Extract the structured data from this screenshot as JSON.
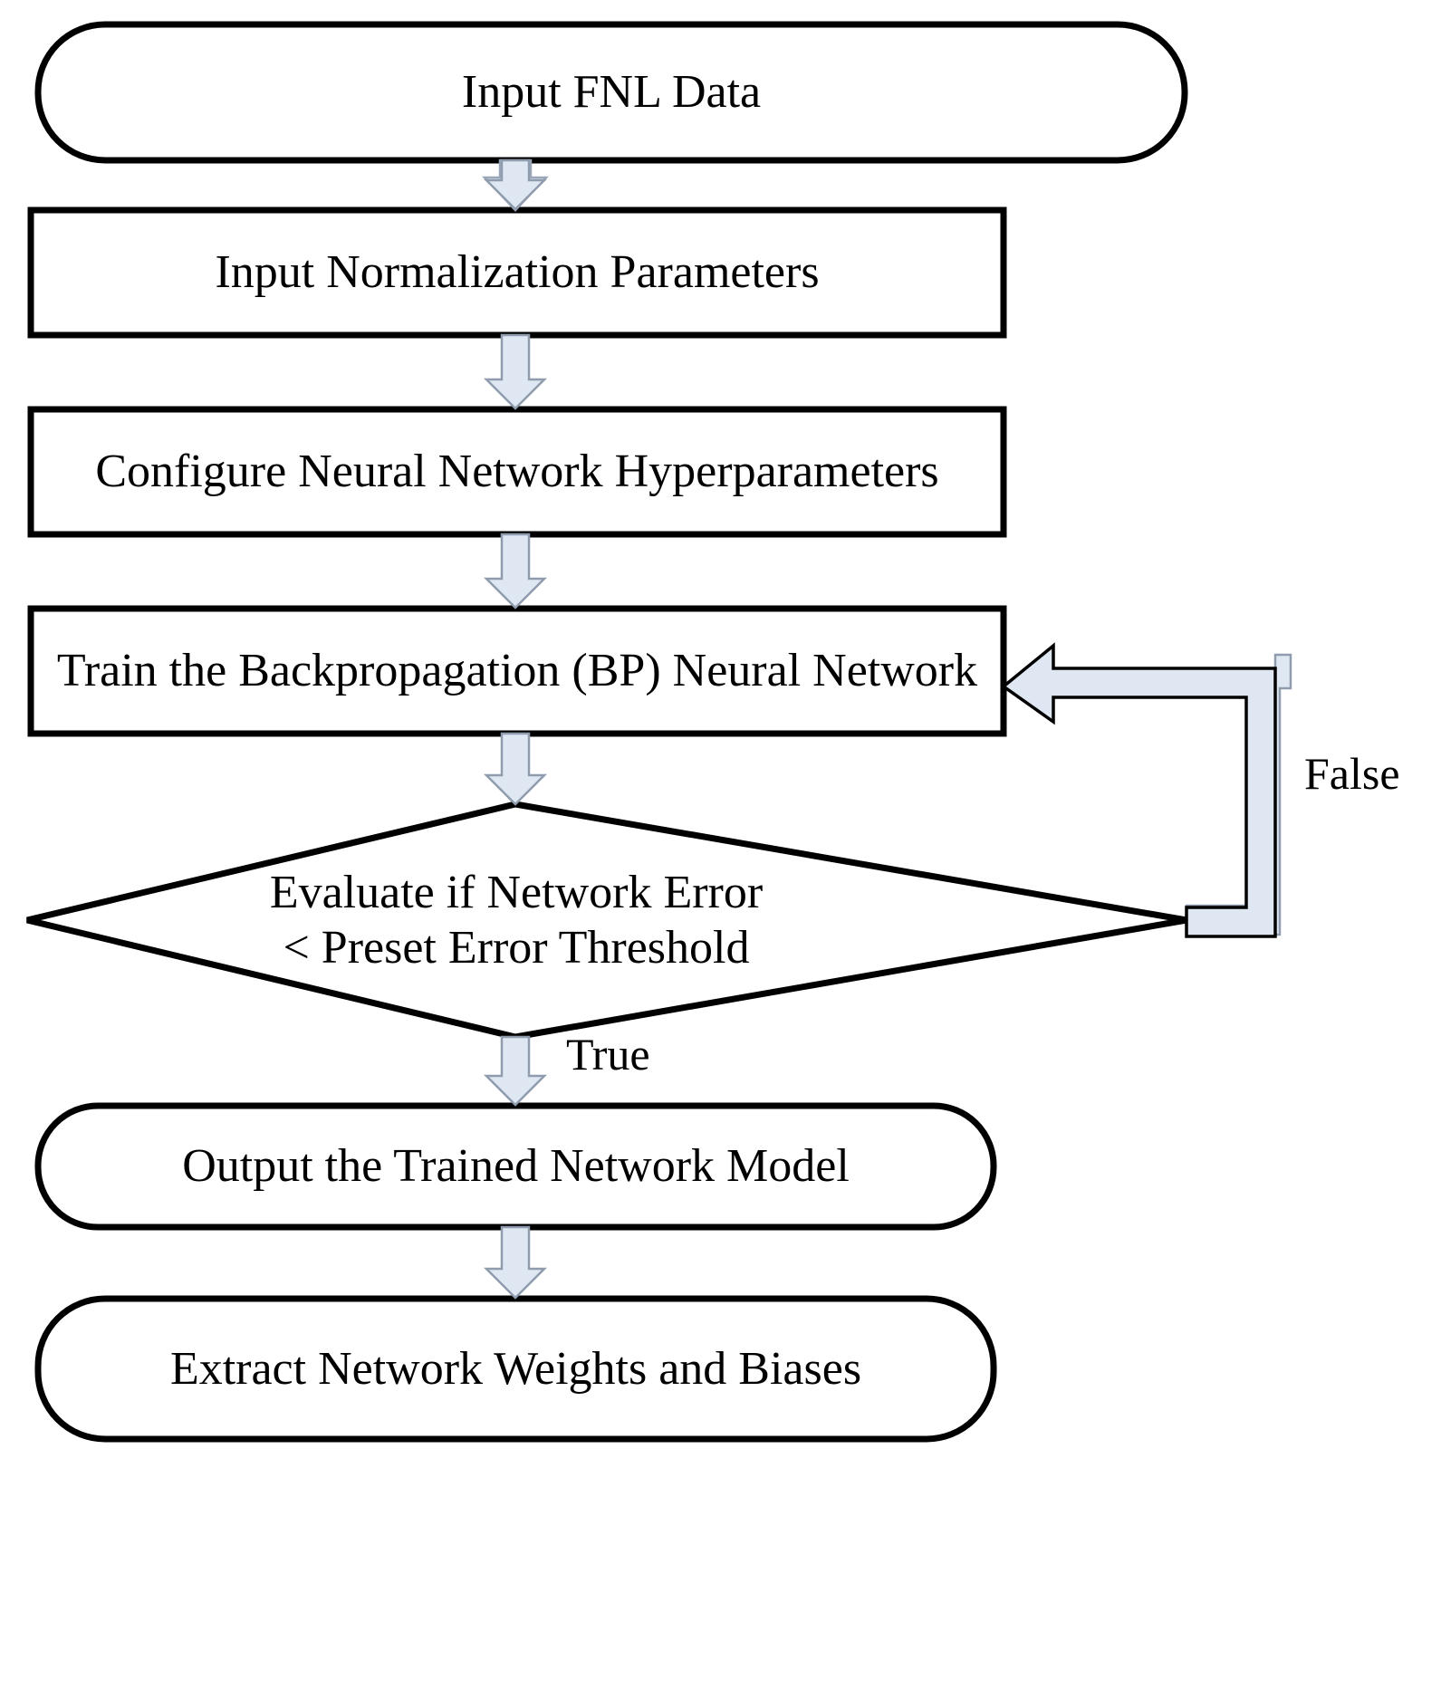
{
  "diagram": {
    "type": "flowchart",
    "title": "BP Neural Network Training Flowchart",
    "colors": {
      "shape_stroke": "#000000",
      "shape_fill": "#ffffff",
      "arrow_fill": "#dfe7f2",
      "arrow_stroke": "#000000",
      "text": "#000000"
    },
    "nodes": [
      {
        "id": "input-fnl-data",
        "shape": "terminator",
        "label": "Input FNL Data"
      },
      {
        "id": "input-normalization-parameters",
        "shape": "process",
        "label": "Input Normalization Parameters"
      },
      {
        "id": "configure-hyperparameters",
        "shape": "process",
        "label": "Configure Neural Network Hyperparameters"
      },
      {
        "id": "train-bp-network",
        "shape": "process",
        "label": "Train the Backpropagation (BP) Neural Network"
      },
      {
        "id": "evaluate-error",
        "shape": "decision",
        "label": "Evaluate if Network Error\n< Preset Error Threshold"
      },
      {
        "id": "output-trained-model",
        "shape": "terminator",
        "label": "Output the Trained Network Model"
      },
      {
        "id": "extract-weights-biases",
        "shape": "terminator",
        "label": "Extract Network Weights and Biases"
      }
    ],
    "edges": [
      {
        "id": "e1",
        "from": "input-fnl-data",
        "to": "input-normalization-parameters",
        "label": ""
      },
      {
        "id": "e2",
        "from": "input-normalization-parameters",
        "to": "configure-hyperparameters",
        "label": ""
      },
      {
        "id": "e3",
        "from": "configure-hyperparameters",
        "to": "train-bp-network",
        "label": ""
      },
      {
        "id": "e4",
        "from": "train-bp-network",
        "to": "evaluate-error",
        "label": ""
      },
      {
        "id": "e5",
        "from": "evaluate-error",
        "to": "train-bp-network",
        "label": "False"
      },
      {
        "id": "e6",
        "from": "evaluate-error",
        "to": "output-trained-model",
        "label": "True"
      },
      {
        "id": "e7",
        "from": "output-trained-model",
        "to": "extract-weights-biases",
        "label": ""
      }
    ],
    "edge_labels": {
      "false_branch": "False",
      "true_branch": "True"
    }
  }
}
